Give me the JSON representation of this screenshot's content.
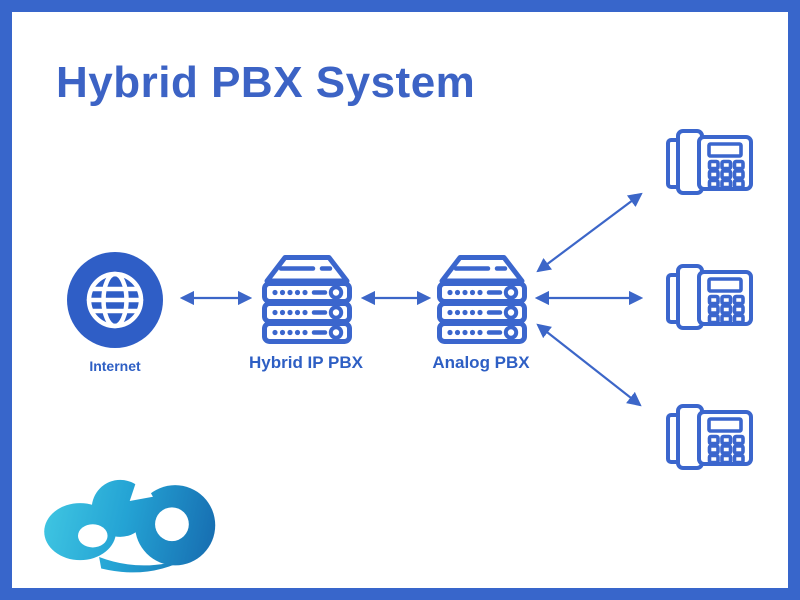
{
  "page": {
    "title": "Hybrid PBX System"
  },
  "colors": {
    "border": "#3866cb",
    "title": "#3c63c5",
    "label": "#2e5fc4",
    "icon": "#3b66cd",
    "globe_fill": "#2f5ec6",
    "arrow": "#3c66c8",
    "cloud_teal": "#41c8e3",
    "cloud_mid": "#24a3d4",
    "cloud_blue": "#1566ac"
  },
  "nodes": {
    "internet": {
      "label": "Internet",
      "icon": "globe-icon"
    },
    "hybrid_pbx": {
      "label": "Hybrid IP PBX",
      "icon": "server-icon"
    },
    "analog_pbx": {
      "label": "Analog PBX",
      "icon": "server-icon"
    },
    "phones": [
      {
        "icon": "desk-phone-icon"
      },
      {
        "icon": "desk-phone-icon"
      },
      {
        "icon": "desk-phone-icon"
      }
    ]
  },
  "connections": [
    {
      "from": "internet",
      "to": "hybrid_pbx",
      "type": "bidirectional-arrow"
    },
    {
      "from": "hybrid_pbx",
      "to": "analog_pbx",
      "type": "bidirectional-arrow"
    },
    {
      "from": "analog_pbx",
      "to": "phone-1",
      "type": "bidirectional-arrow"
    },
    {
      "from": "analog_pbx",
      "to": "phone-2",
      "type": "bidirectional-arrow"
    },
    {
      "from": "analog_pbx",
      "to": "phone-3",
      "type": "bidirectional-arrow"
    }
  ],
  "logo": {
    "name": "cloud-logo"
  }
}
